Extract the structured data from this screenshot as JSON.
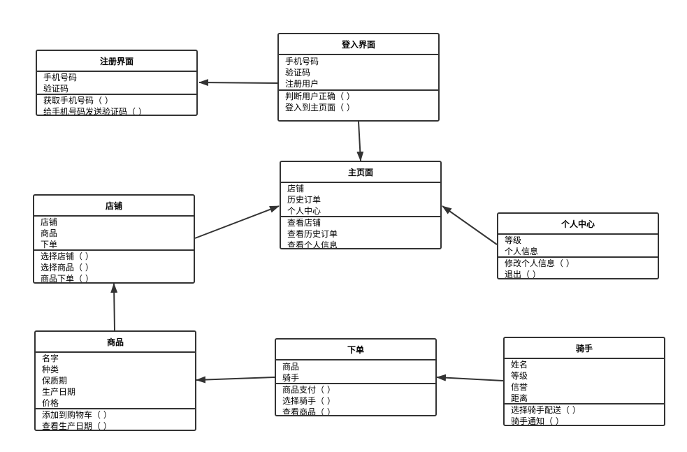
{
  "classes": {
    "register": {
      "title": "注册界面",
      "attributes": [
        "手机号码",
        "验证码"
      ],
      "methods": [
        "获取手机号码（ ）",
        "给手机号码发送验证码（ ）"
      ]
    },
    "login": {
      "title": "登入界面",
      "attributes": [
        "手机号码",
        "验证码",
        "注册用户"
      ],
      "methods": [
        "判断用户正确（ ）",
        "登入到主页面（ ）"
      ]
    },
    "home": {
      "title": "主页面",
      "attributes": [
        "店铺",
        "历史订单",
        "个人中心"
      ],
      "methods": [
        "查看店铺",
        "查看历史订单",
        "查看个人信息"
      ]
    },
    "shop": {
      "title": "店铺",
      "attributes": [
        "店铺",
        "商品",
        "下单"
      ],
      "methods": [
        "选择店铺（ ）",
        "选择商品（ ）",
        "商品下单（ ）"
      ]
    },
    "profile": {
      "title": "个人中心",
      "attributes": [
        "等级",
        "个人信息"
      ],
      "methods": [
        "修改个人信息（ ）",
        "退出（ ）"
      ]
    },
    "product": {
      "title": "商品",
      "attributes": [
        "名字",
        "种类",
        "保质期",
        "生产日期",
        "价格"
      ],
      "methods": [
        "添加到购物车（ ）",
        "查看生产日期（ ）"
      ]
    },
    "order": {
      "title": "下单",
      "attributes": [
        "商品",
        "骑手"
      ],
      "methods": [
        "商品支付（ ）",
        "选择骑手（ ）",
        "查看商品（ ）"
      ]
    },
    "rider": {
      "title": "骑手",
      "attributes": [
        "姓名",
        "等级",
        "信誉",
        "距离"
      ],
      "methods": [
        "选择骑手配送（ ）",
        "骑手通知（ ）"
      ]
    }
  },
  "colors": {
    "stroke": "#333333",
    "text": "#000000",
    "background": "#ffffff"
  }
}
